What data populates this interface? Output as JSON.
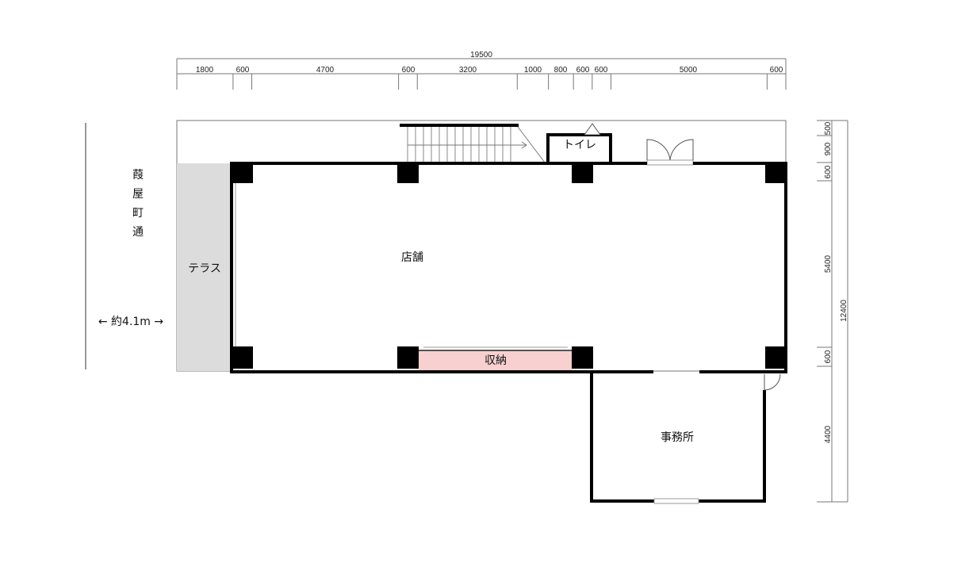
{
  "top_dimensions": {
    "total": "19500",
    "segments": [
      "1800",
      "600",
      "4700",
      "600",
      "3200",
      "1000",
      "800",
      "600",
      "600",
      "5000",
      "600"
    ]
  },
  "right_dimensions": {
    "total": "12400",
    "segments": [
      "500",
      "900",
      "600",
      "5400",
      "600",
      "4400"
    ]
  },
  "rooms": {
    "store": "店舗",
    "terrace": "テラス",
    "storage": "収納",
    "toilet": "トイレ",
    "office": "事務所"
  },
  "street": {
    "name_chars": [
      "葭",
      "屋",
      "町",
      "通"
    ],
    "width_label": "← 約4.1m →"
  },
  "colors": {
    "terrace": "#dcdcdc",
    "storage": "#f8d0d0"
  }
}
